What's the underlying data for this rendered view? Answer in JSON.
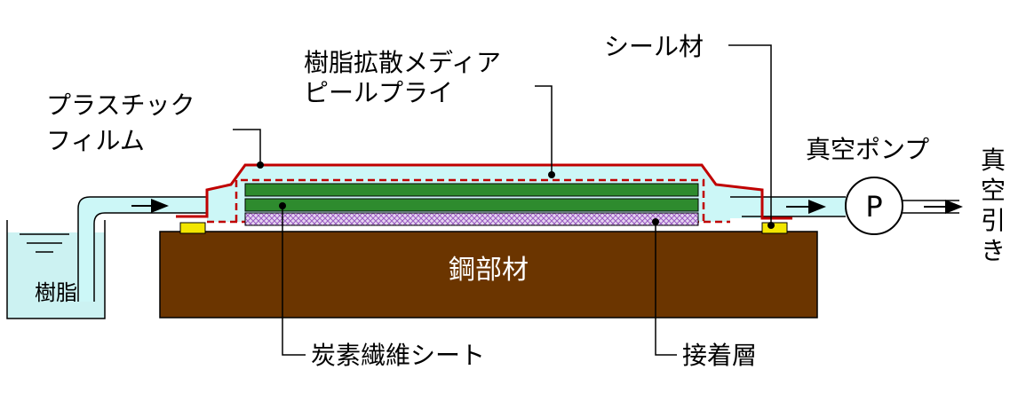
{
  "labels": {
    "plastic_film_line1": "プラスチック",
    "plastic_film_line2": "フィルム",
    "resin_diffusion_media": "樹脂拡散メディア",
    "peel_ply": "ピールプライ",
    "sealant": "シール材",
    "vacuum_pump": "真空ポンプ",
    "pump_symbol": "P",
    "vacuum_draw": "真空引き",
    "resin": "樹脂",
    "steel_member": "鋼部材",
    "carbon_fiber_sheet": "炭素繊維シート",
    "adhesive_layer": "接着層"
  },
  "colors": {
    "film_red": "#c00000",
    "resin_fill": "#ccf7f7",
    "carbon_green": "#2e8b2e",
    "steel_brown": "#6b3500",
    "sealant_yellow": "#f2e600",
    "adhesive_mesh": "#b77ad6"
  }
}
